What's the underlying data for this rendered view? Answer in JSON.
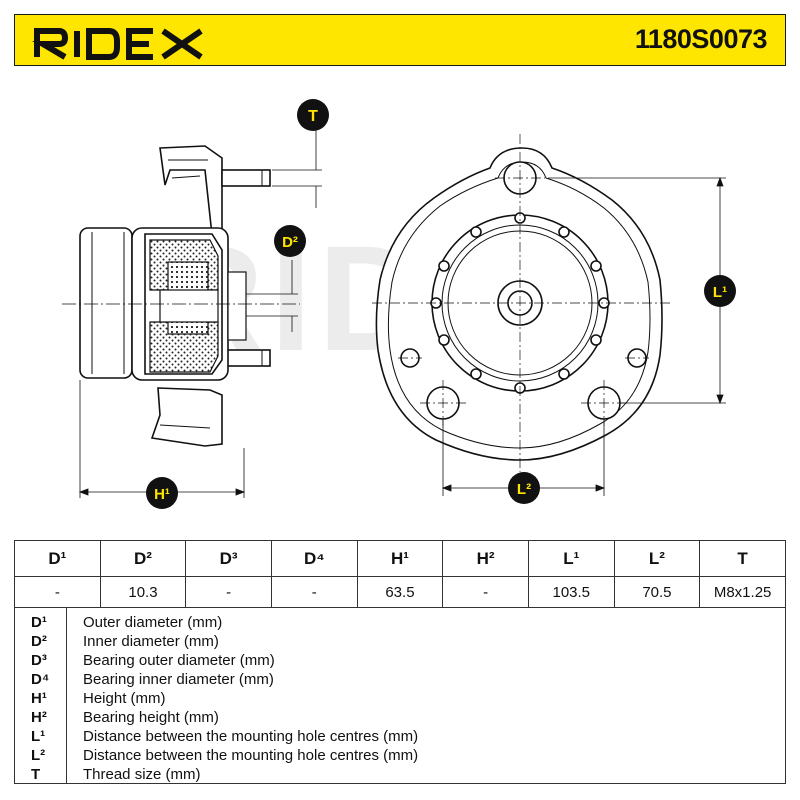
{
  "header": {
    "brand": "RIDEX",
    "part_number": "1180S0073"
  },
  "labels": {
    "T": "T",
    "D2": "D²",
    "H1": "H¹",
    "L1": "L¹",
    "L2": "L²"
  },
  "watermark": "RIDEX",
  "colors": {
    "header_bg": "#ffe600",
    "badge_bg": "#111111",
    "badge_text": "#ffe600"
  },
  "table": {
    "headers": [
      "D¹",
      "D²",
      "D³",
      "D⁴",
      "H¹",
      "H²",
      "L¹",
      "L²",
      "T"
    ],
    "values": [
      "-",
      "10.3",
      "-",
      "-",
      "63.5",
      "-",
      "103.5",
      "70.5",
      "M8x1.25"
    ]
  },
  "legend": [
    {
      "key": "D¹",
      "text": "Outer diameter (mm)"
    },
    {
      "key": "D²",
      "text": "Inner diameter (mm)"
    },
    {
      "key": "D³",
      "text": "Bearing outer diameter (mm)"
    },
    {
      "key": "D⁴",
      "text": "Bearing inner diameter (mm)"
    },
    {
      "key": "H¹",
      "text": "Height (mm)"
    },
    {
      "key": "H²",
      "text": "Bearing height (mm)"
    },
    {
      "key": "L¹",
      "text": "Distance between the mounting hole centres (mm)"
    },
    {
      "key": "L²",
      "text": "Distance between the mounting hole centres (mm)"
    },
    {
      "key": "T",
      "text": "Thread size (mm)"
    }
  ]
}
